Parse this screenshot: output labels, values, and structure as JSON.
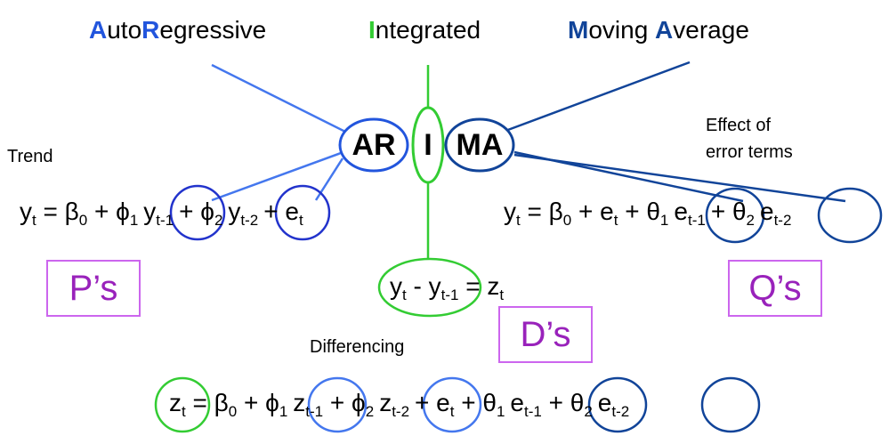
{
  "colors": {
    "ar": "#2255dd",
    "ar_light": "#4477ee",
    "i": "#33cc33",
    "ma": "#114499",
    "box_border": "#cc66ee",
    "box_text": "#9922bb"
  },
  "headings": {
    "ar": {
      "h1": "A",
      "t1": "uto",
      "h2": "R",
      "t2": "egressive"
    },
    "i": {
      "h1": "I",
      "t1": "ntegrated"
    },
    "ma": {
      "h1": "M",
      "t1": "oving ",
      "h2": "A",
      "t2": "verage"
    }
  },
  "acronym": {
    "ar": "AR",
    "i": "I",
    "ma": "MA"
  },
  "captions": {
    "trend": "Trend",
    "effect_line1": "Effect of",
    "effect_line2": "error terms",
    "differencing": "Differencing"
  },
  "boxes": {
    "p": "P’s",
    "d": "D’s",
    "q": "Q’s"
  },
  "equations": {
    "ar": {
      "lhs": "y",
      "lhs_sub": "t",
      "eq": " = β",
      "b_sub": "0",
      "plus_phi1": " + ϕ",
      "phi1_sub": "1",
      "term1": "y",
      "term1_sub": "t-1",
      "plus_phi2": "+ ϕ",
      "phi2_sub": "2",
      "term2": "y",
      "term2_sub": "t-2",
      "tail": "+ e",
      "tail_sub": "t"
    },
    "ma": {
      "lhs": "y",
      "lhs_sub": "t",
      "eq": " = β",
      "b_sub": "0",
      "plus_e": " + e",
      "e_sub": "t",
      "plus_theta1": " + θ",
      "theta1_sub": "1",
      "term1": "e",
      "term1_sub": "t-1",
      "plus_theta2": "+ θ",
      "theta2_sub": "2",
      "term2": "e",
      "term2_sub": "t-2"
    },
    "diff": {
      "a": "y",
      "a_sub": "t",
      "minus": " - y",
      "b_sub": "t-1",
      "eq": " = z",
      "z_sub": "t"
    },
    "full": {
      "z": "z",
      "z_sub": "t",
      "eq": " = β",
      "b_sub": "0",
      "p1": " + ϕ",
      "p1_sub": "1",
      "t1": "z",
      "t1_sub": "t-1",
      "p2": " + ϕ",
      "p2_sub": "2",
      "t2": "z",
      "t2_sub": "t-2",
      "pe": "+ e",
      "pe_sub": "t",
      "pth1": " + θ",
      "pth1_sub": "1",
      "t3": "e",
      "t3_sub": "t-1",
      "pth2": " + θ",
      "pth2_sub": "2",
      "t4": "e",
      "t4_sub": "t-2"
    }
  }
}
